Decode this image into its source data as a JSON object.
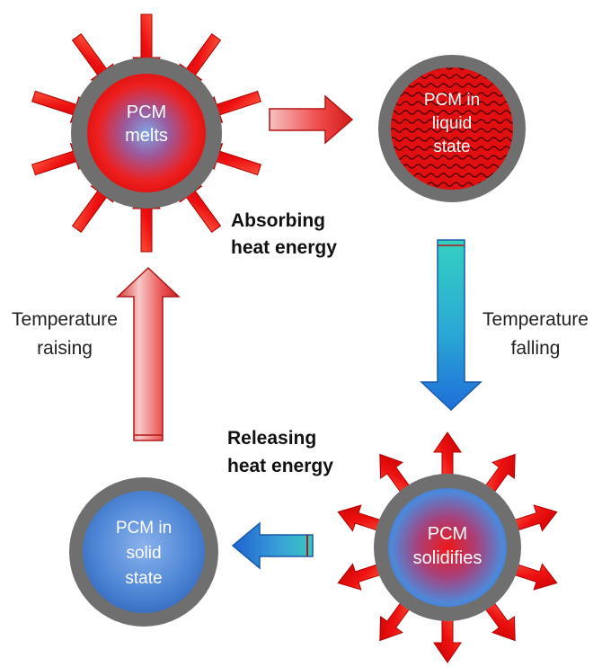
{
  "states": {
    "melting": {
      "line1": "PCM",
      "line2": "melts"
    },
    "liquid": {
      "line1": "PCM in",
      "line2": "liquid",
      "line3": "state"
    },
    "solidifying": {
      "line1": "PCM",
      "line2": "solidifies"
    },
    "solid": {
      "line1": "PCM in",
      "line2": "solid",
      "line3": "state"
    }
  },
  "labels": {
    "absorbing": {
      "line1": "Absorbing",
      "line2": "heat energy"
    },
    "releasing": {
      "line1": "Releasing",
      "line2": "heat energy"
    },
    "raising": {
      "line1": "Temperature",
      "line2": "raising"
    },
    "falling": {
      "line1": "Temperature",
      "line2": "falling"
    }
  },
  "colors": {
    "heat_red": "#ee1111",
    "cool_blue": "#4a86d6",
    "shell_gray": "#6f6f6f",
    "liquid_dark": "#8a0000",
    "teal": "#2cc7c4"
  }
}
